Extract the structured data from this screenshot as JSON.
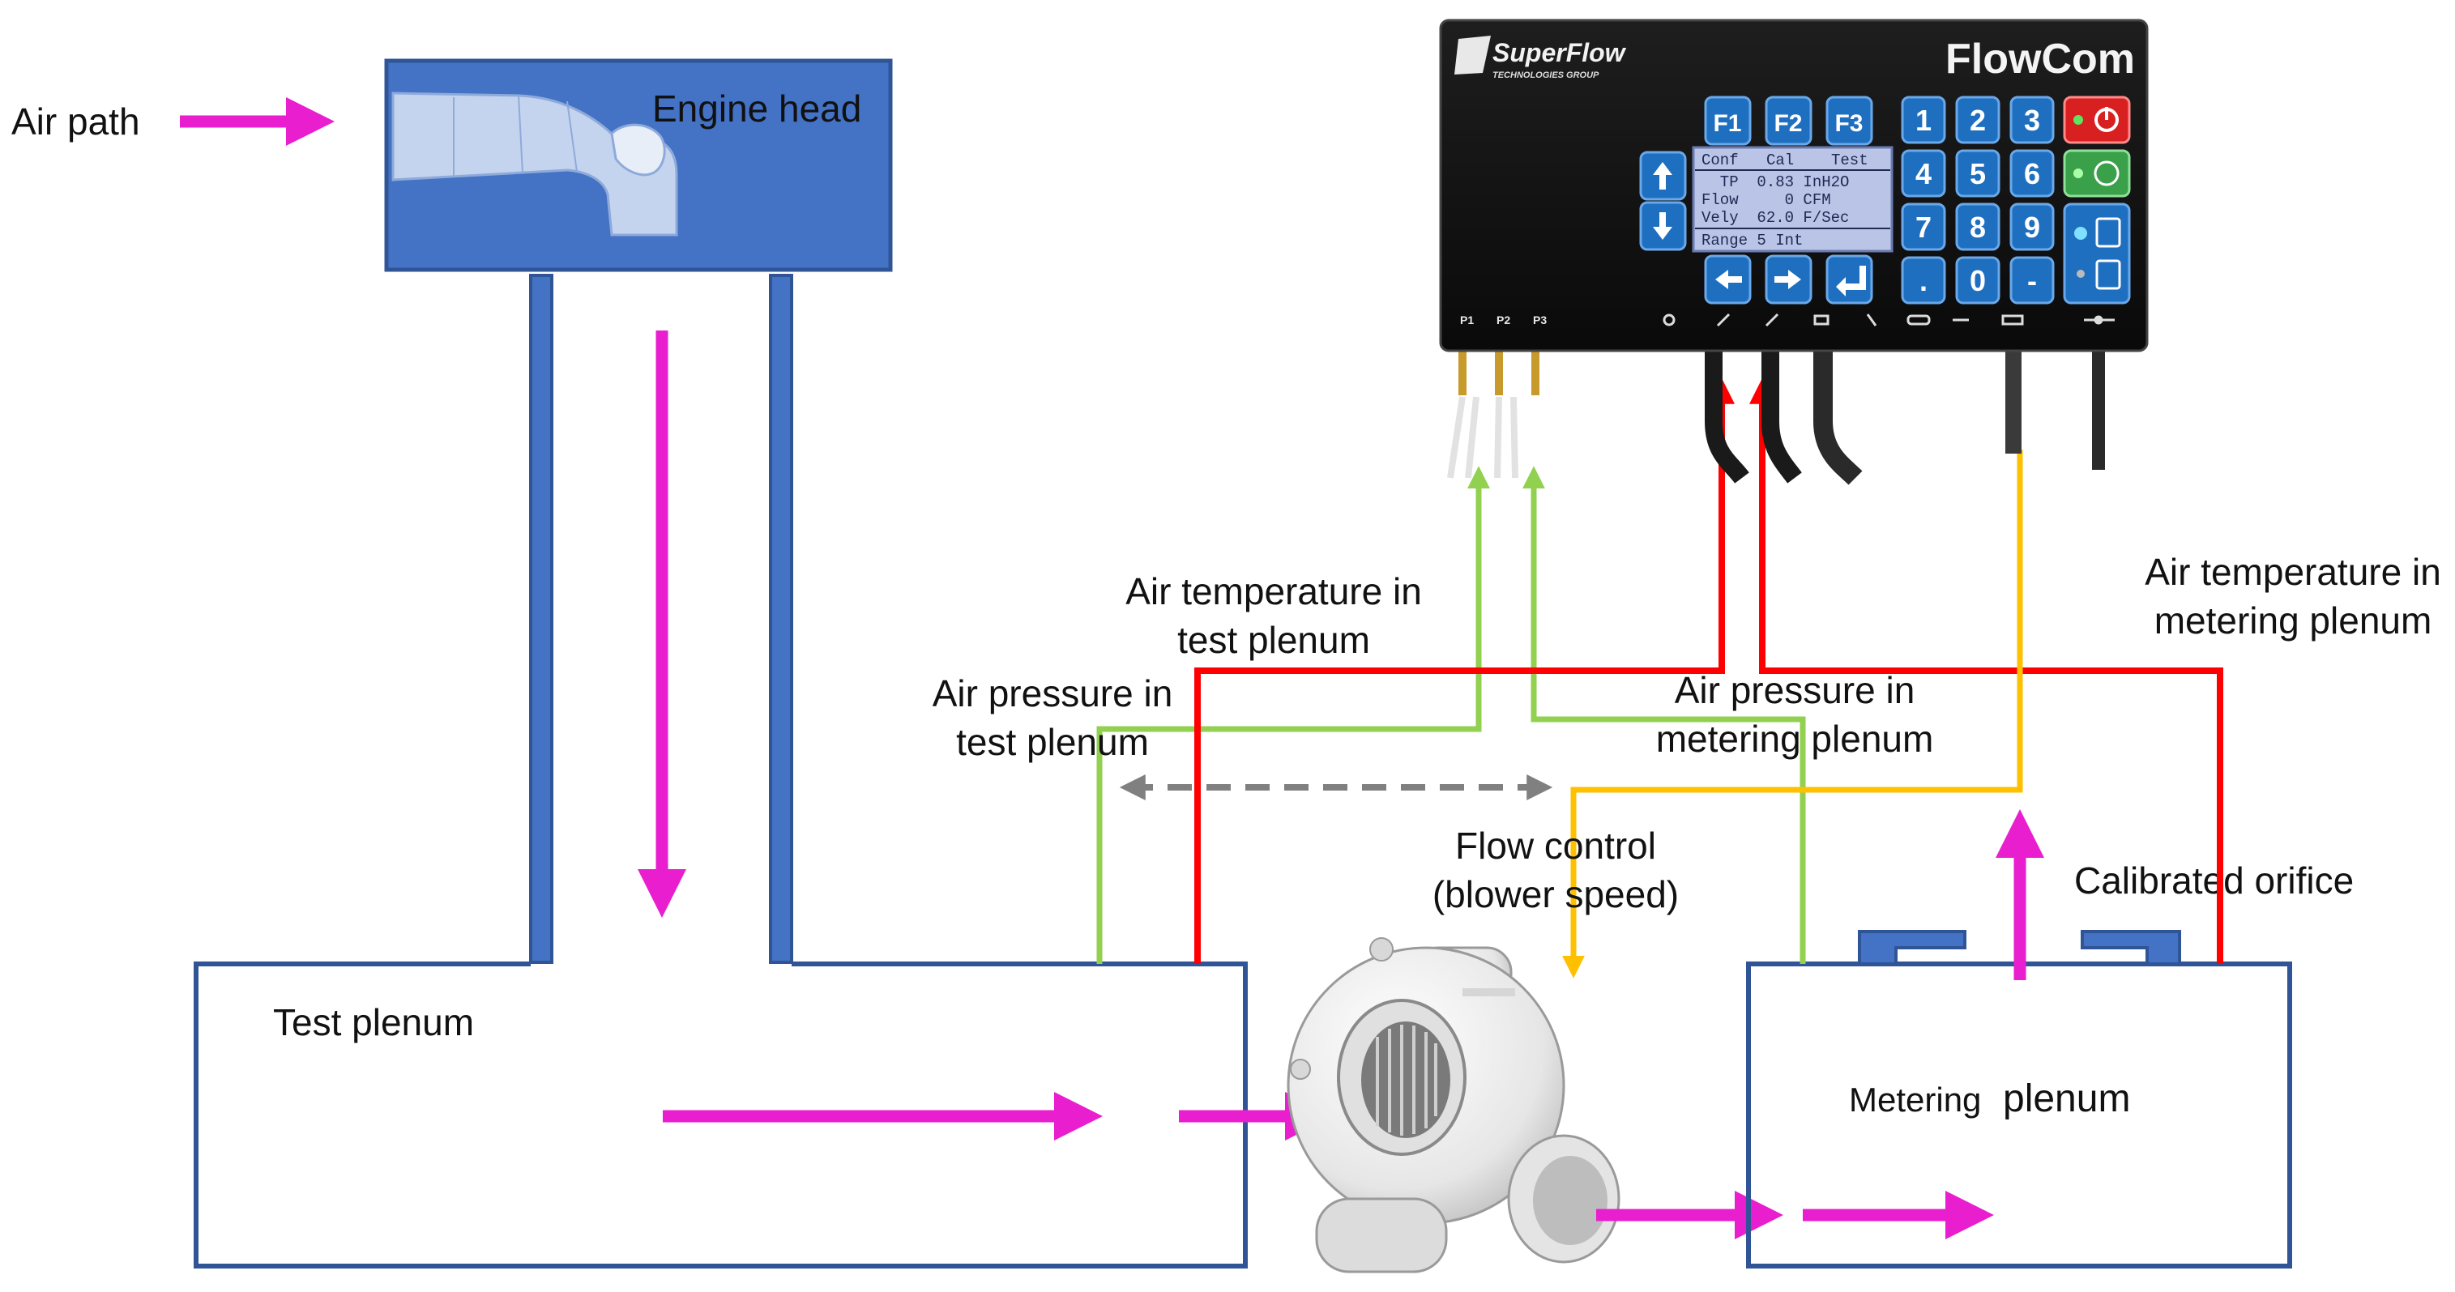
{
  "labels": {
    "air_path": "Air path",
    "engine_head": "Engine head",
    "test_plenum": "Test plenum",
    "metering_plenum_1": "Metering",
    "metering_plenum_2": "plenum",
    "air_temp_test_1": "Air temperature in",
    "air_temp_test_2": "test plenum",
    "air_pressure_test_1": "Air pressure in",
    "air_pressure_test_2": "test plenum",
    "air_pressure_meter_1": "Air pressure in",
    "air_pressure_meter_2": "metering plenum",
    "air_temp_meter_1": "Air temperature in",
    "air_temp_meter_2": "metering plenum",
    "flow_control_1": "Flow control",
    "flow_control_2": "(blower speed)",
    "calibrated_orifice": "Calibrated orifice"
  },
  "device": {
    "brand": "SuperFlow",
    "brand_sub": "TECHNOLOGIES GROUP",
    "model": "FlowCom",
    "fkeys": [
      "F1",
      "F2",
      "F3"
    ],
    "numkeys": [
      "1",
      "2",
      "3",
      "4",
      "5",
      "6",
      "7",
      "8",
      "9",
      ".",
      "0",
      "-"
    ],
    "lcd": {
      "tabs": [
        "Conf",
        "Cal",
        "Test"
      ],
      "rows": [
        "  TP  0.83 InH2O",
        "Flow     0 CFM",
        "Vely  62.0 F/Sec",
        "Range 5 Int"
      ]
    },
    "ports": [
      "P1",
      "P2",
      "P3"
    ]
  },
  "colors": {
    "structure": "#2f5597",
    "engine_fill": "#4472c4",
    "air_arrow": "#e81ecf",
    "pressure_line": "#92d050",
    "temperature_line": "#ff0000",
    "control_line": "#ffc000",
    "dashed_arrow": "#808080",
    "device_body": "#141414",
    "key_blue": "#1f6fc0"
  }
}
